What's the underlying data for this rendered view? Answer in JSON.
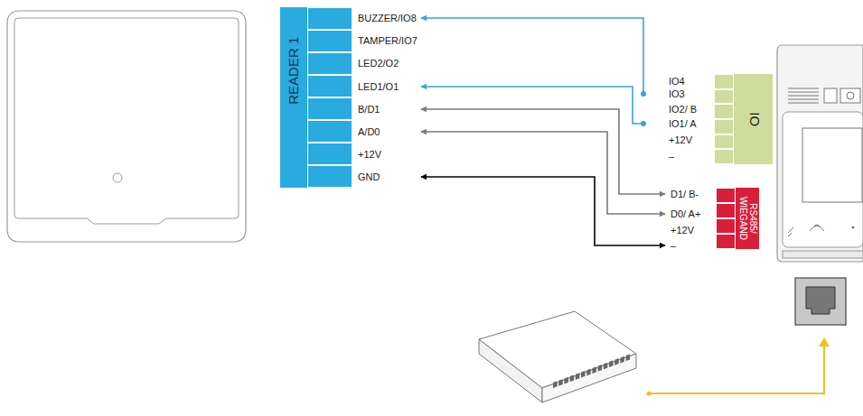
{
  "diagram": {
    "nodes": [
      {
        "text": [
          "READER 1",
          "BUZZER/IO8",
          "TAMPER/IO7",
          "LED2/O2",
          "LED1/O1",
          "B/D1",
          "A/D0",
          "+12V",
          "GND"
        ]
      },
      {
        "text": [
          "IO",
          "IO4",
          "IO3",
          "IO2/ B",
          "IO1/ A",
          "+12V",
          "–"
        ]
      },
      {
        "text": [
          "RS485/ WIEGAND",
          "D1/ B-",
          "D0/ A+",
          "+12V",
          "–"
        ]
      }
    ],
    "edges": [
      {
        "from": 1,
        "to": 0,
        "arrow": "to"
      },
      {
        "from": 1,
        "to": 0,
        "arrow": "to"
      },
      {
        "from": 0,
        "to": 2,
        "arrow": "both"
      },
      {
        "from": 0,
        "to": 2,
        "arrow": "both"
      },
      {
        "from": 0,
        "to": 2,
        "arrow": "both"
      }
    ]
  }
}
